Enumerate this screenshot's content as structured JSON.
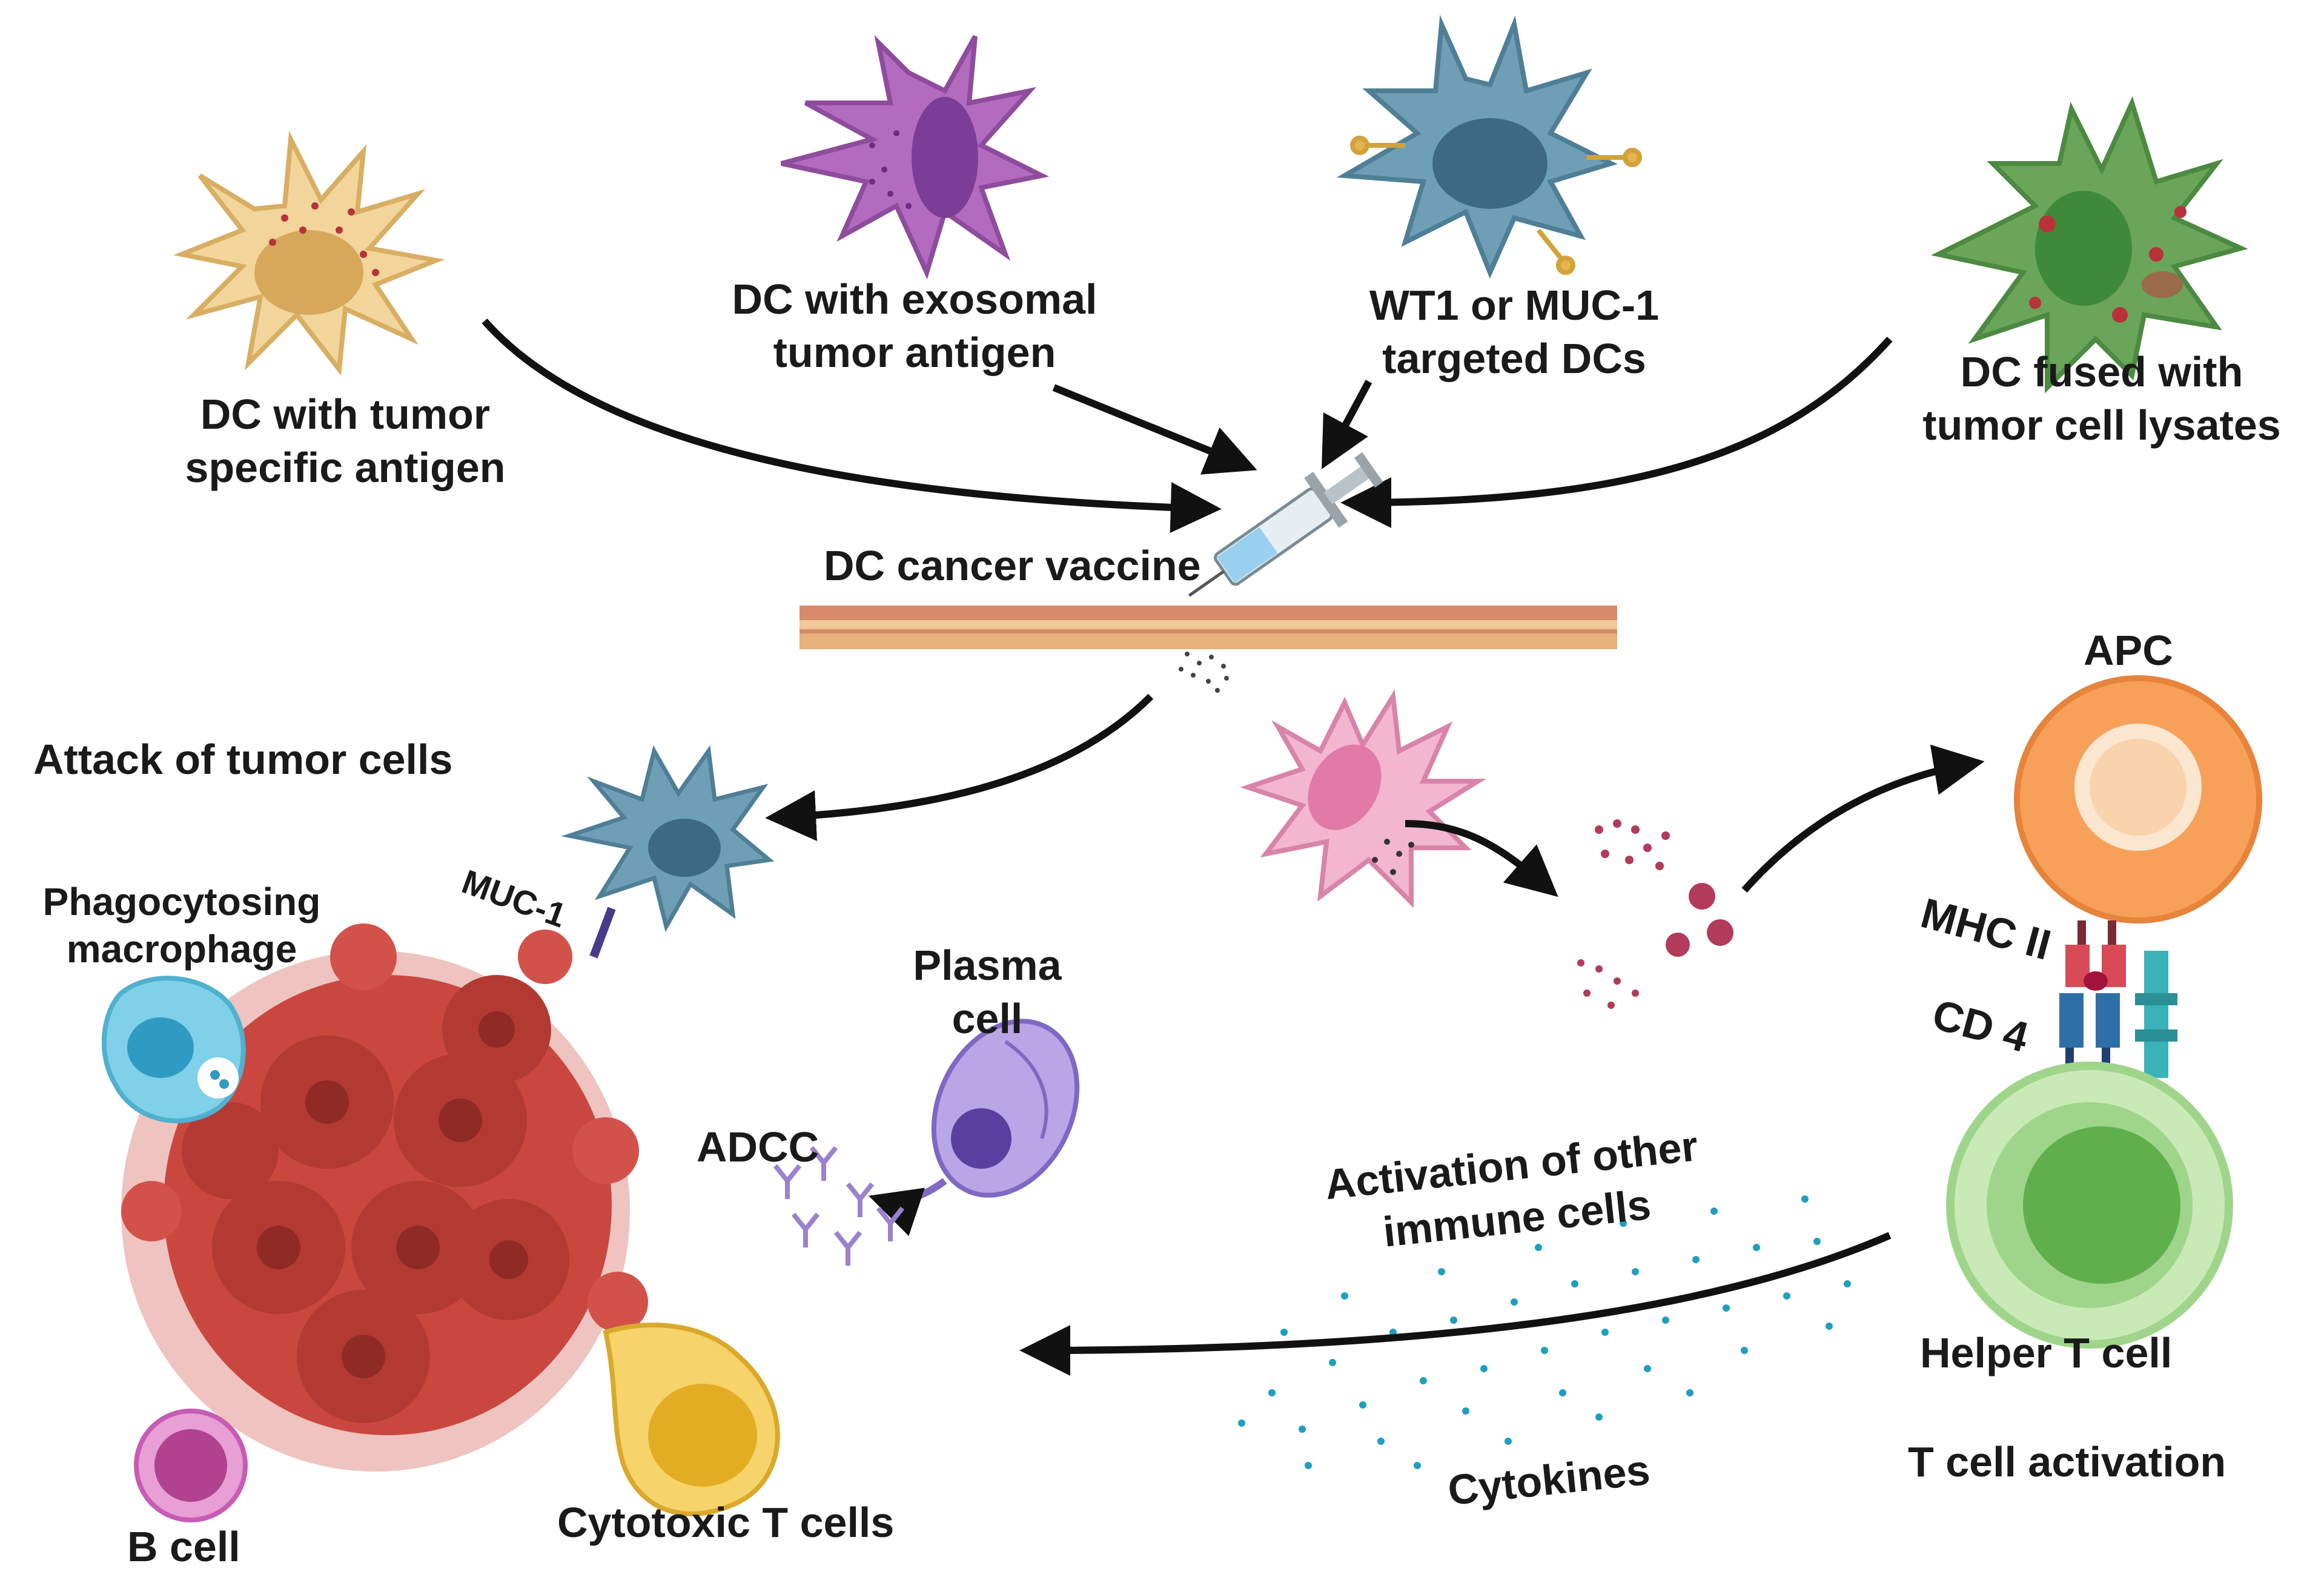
{
  "labels": {
    "dc_tumor_specific": [
      "DC with tumor",
      "specific antigen"
    ],
    "dc_exosomal": [
      "DC with exosomal",
      "tumor antigen"
    ],
    "wt1_muc1": [
      "WT1 or MUC-1",
      "targeted DCs"
    ],
    "dc_fused": [
      "DC fused with",
      "tumor cell lysates"
    ],
    "dc_cancer_vaccine": "DC cancer vaccine",
    "attack_tumor": "Attack of tumor cells",
    "phagocytosing_macrophage": [
      "Phagocytosing",
      "macrophage"
    ],
    "muc1": "MUC-1",
    "plasma_cell": [
      "Plasma",
      "cell"
    ],
    "adcc": "ADCC",
    "b_cell": "B cell",
    "cytotoxic_t": "Cytotoxic T cells",
    "apc": "APC",
    "mhc_ii": "MHC II",
    "cd4": "CD 4",
    "activation_other": [
      "Activation of other",
      "immune cells"
    ],
    "cytokines": "Cytokines",
    "helper_t": "Helper T cell",
    "t_cell_activation": "T cell activation"
  },
  "colors": {
    "dc_yellow": "#f2d59a",
    "dc_purple": "#b36bc0",
    "dc_blue": "#6f9fb5",
    "dc_green": "#6aa55a",
    "tumor_red": "#c9473f",
    "apc_orange": "#f7a05a",
    "helper_green": "#9fd58a",
    "cytokine_blue": "#1f9fbf",
    "b_cell_pink": "#c85bb4",
    "cytotoxic_yellow": "#eebb33",
    "macrophage_blue": "#7fd0e8",
    "plasma_purple": "#8a72c6"
  }
}
